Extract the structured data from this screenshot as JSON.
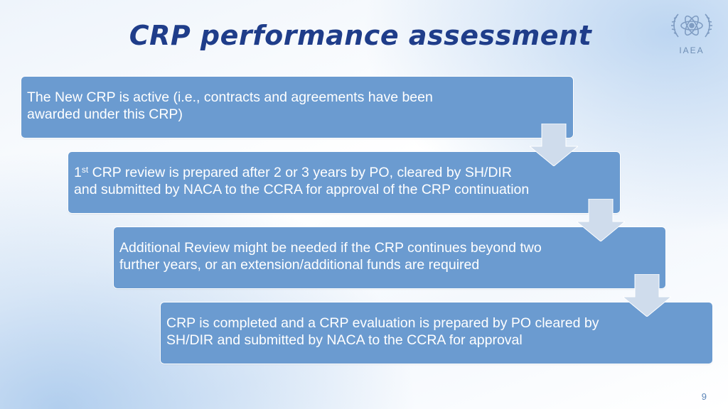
{
  "slide": {
    "title": "CRP performance assessment",
    "page_number": "9"
  },
  "logo": {
    "text": "IAEA"
  },
  "steps": [
    {
      "text": "The New CRP is active (i.e., contracts and agreements have been awarded under this CRP)"
    },
    {
      "sup": "st",
      "prefix": "1",
      "text": " CRP review is prepared after 2 or 3 years by PO, cleared by SH/DIR and submitted by NACA to the CCRA for approval of the CRP continuation"
    },
    {
      "text": "Additional Review might be needed if the CRP continues beyond two further years, or an extension/additional funds are required"
    },
    {
      "text": "CRP is completed and a CRP evaluation is prepared by PO cleared by SH/DIR and submitted by NACA to the CCRA for approval"
    }
  ],
  "colors": {
    "box": "#6b9bd0",
    "arrow": "#cfdcec",
    "title": "#1f3d8a"
  }
}
